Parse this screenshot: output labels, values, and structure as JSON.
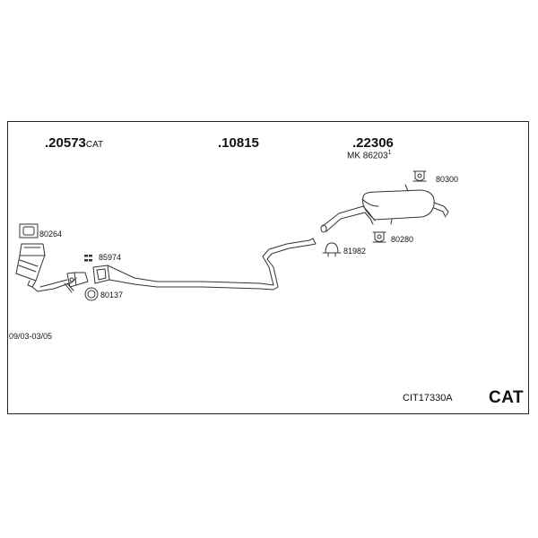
{
  "main_parts": {
    "front": {
      "number": ".20573",
      "suffix": "CAT"
    },
    "middle": {
      "number": ".10815"
    },
    "rear": {
      "number": ".22306",
      "mk": "MK 86203",
      "mk_sup": "1"
    }
  },
  "small_parts": {
    "p80264": "80264",
    "p85974": "85974",
    "p80137": "80137",
    "p81982": "81982",
    "p80300": "80300",
    "p80280": "80280"
  },
  "validity": "09/03-03/05",
  "kit_code": "CIT17330A",
  "kit_type": "CAT"
}
